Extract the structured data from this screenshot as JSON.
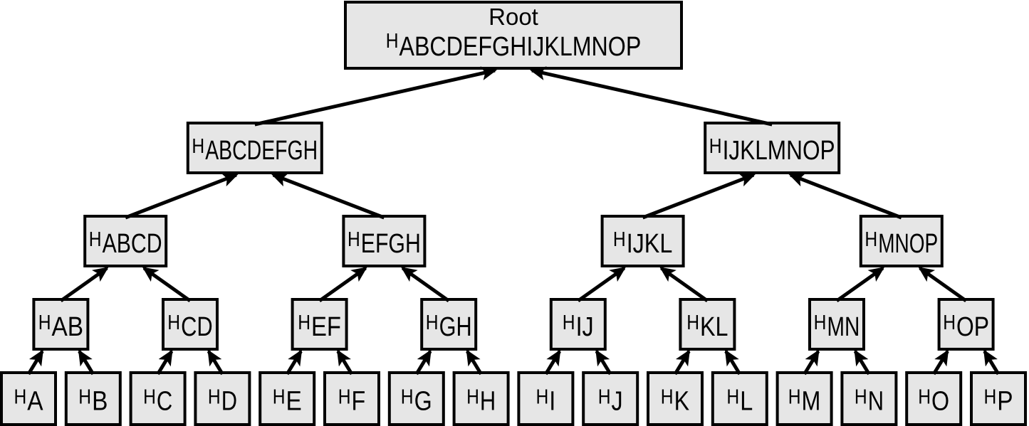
{
  "diagram": {
    "kind": "merkle-hash-tree",
    "colors": {
      "background": "#ffffff",
      "box_fill": "#e6e6e6",
      "box_stroke": "#000000",
      "arrow": "#000000",
      "text": "#000000"
    },
    "root": {
      "title": "Root",
      "hash_symbol": "H",
      "subscript": "ABCDEFGHIJKLMNOP"
    },
    "levels": [
      {
        "name": "level-1",
        "nodes": [
          {
            "hash_symbol": "H",
            "subscript": "ABCDEFGH"
          },
          {
            "hash_symbol": "H",
            "subscript": "IJKLMNOP"
          }
        ]
      },
      {
        "name": "level-2",
        "nodes": [
          {
            "hash_symbol": "H",
            "subscript": "ABCD"
          },
          {
            "hash_symbol": "H",
            "subscript": "EFGH"
          },
          {
            "hash_symbol": "H",
            "subscript": "IJKL"
          },
          {
            "hash_symbol": "H",
            "subscript": "MNOP"
          }
        ]
      },
      {
        "name": "level-3",
        "nodes": [
          {
            "hash_symbol": "H",
            "subscript": "AB"
          },
          {
            "hash_symbol": "H",
            "subscript": "CD"
          },
          {
            "hash_symbol": "H",
            "subscript": "EF"
          },
          {
            "hash_symbol": "H",
            "subscript": "GH"
          },
          {
            "hash_symbol": "H",
            "subscript": "IJ"
          },
          {
            "hash_symbol": "H",
            "subscript": "KL"
          },
          {
            "hash_symbol": "H",
            "subscript": "MN"
          },
          {
            "hash_symbol": "H",
            "subscript": "OP"
          }
        ]
      },
      {
        "name": "leaves",
        "nodes": [
          {
            "hash_symbol": "H",
            "subscript": "A"
          },
          {
            "hash_symbol": "H",
            "subscript": "B"
          },
          {
            "hash_symbol": "H",
            "subscript": "C"
          },
          {
            "hash_symbol": "H",
            "subscript": "D"
          },
          {
            "hash_symbol": "H",
            "subscript": "E"
          },
          {
            "hash_symbol": "H",
            "subscript": "F"
          },
          {
            "hash_symbol": "H",
            "subscript": "G"
          },
          {
            "hash_symbol": "H",
            "subscript": "H"
          },
          {
            "hash_symbol": "H",
            "subscript": "I"
          },
          {
            "hash_symbol": "H",
            "subscript": "J"
          },
          {
            "hash_symbol": "H",
            "subscript": "K"
          },
          {
            "hash_symbol": "H",
            "subscript": "L"
          },
          {
            "hash_symbol": "H",
            "subscript": "M"
          },
          {
            "hash_symbol": "H",
            "subscript": "N"
          },
          {
            "hash_symbol": "H",
            "subscript": "O"
          },
          {
            "hash_symbol": "H",
            "subscript": "P"
          }
        ]
      }
    ]
  }
}
